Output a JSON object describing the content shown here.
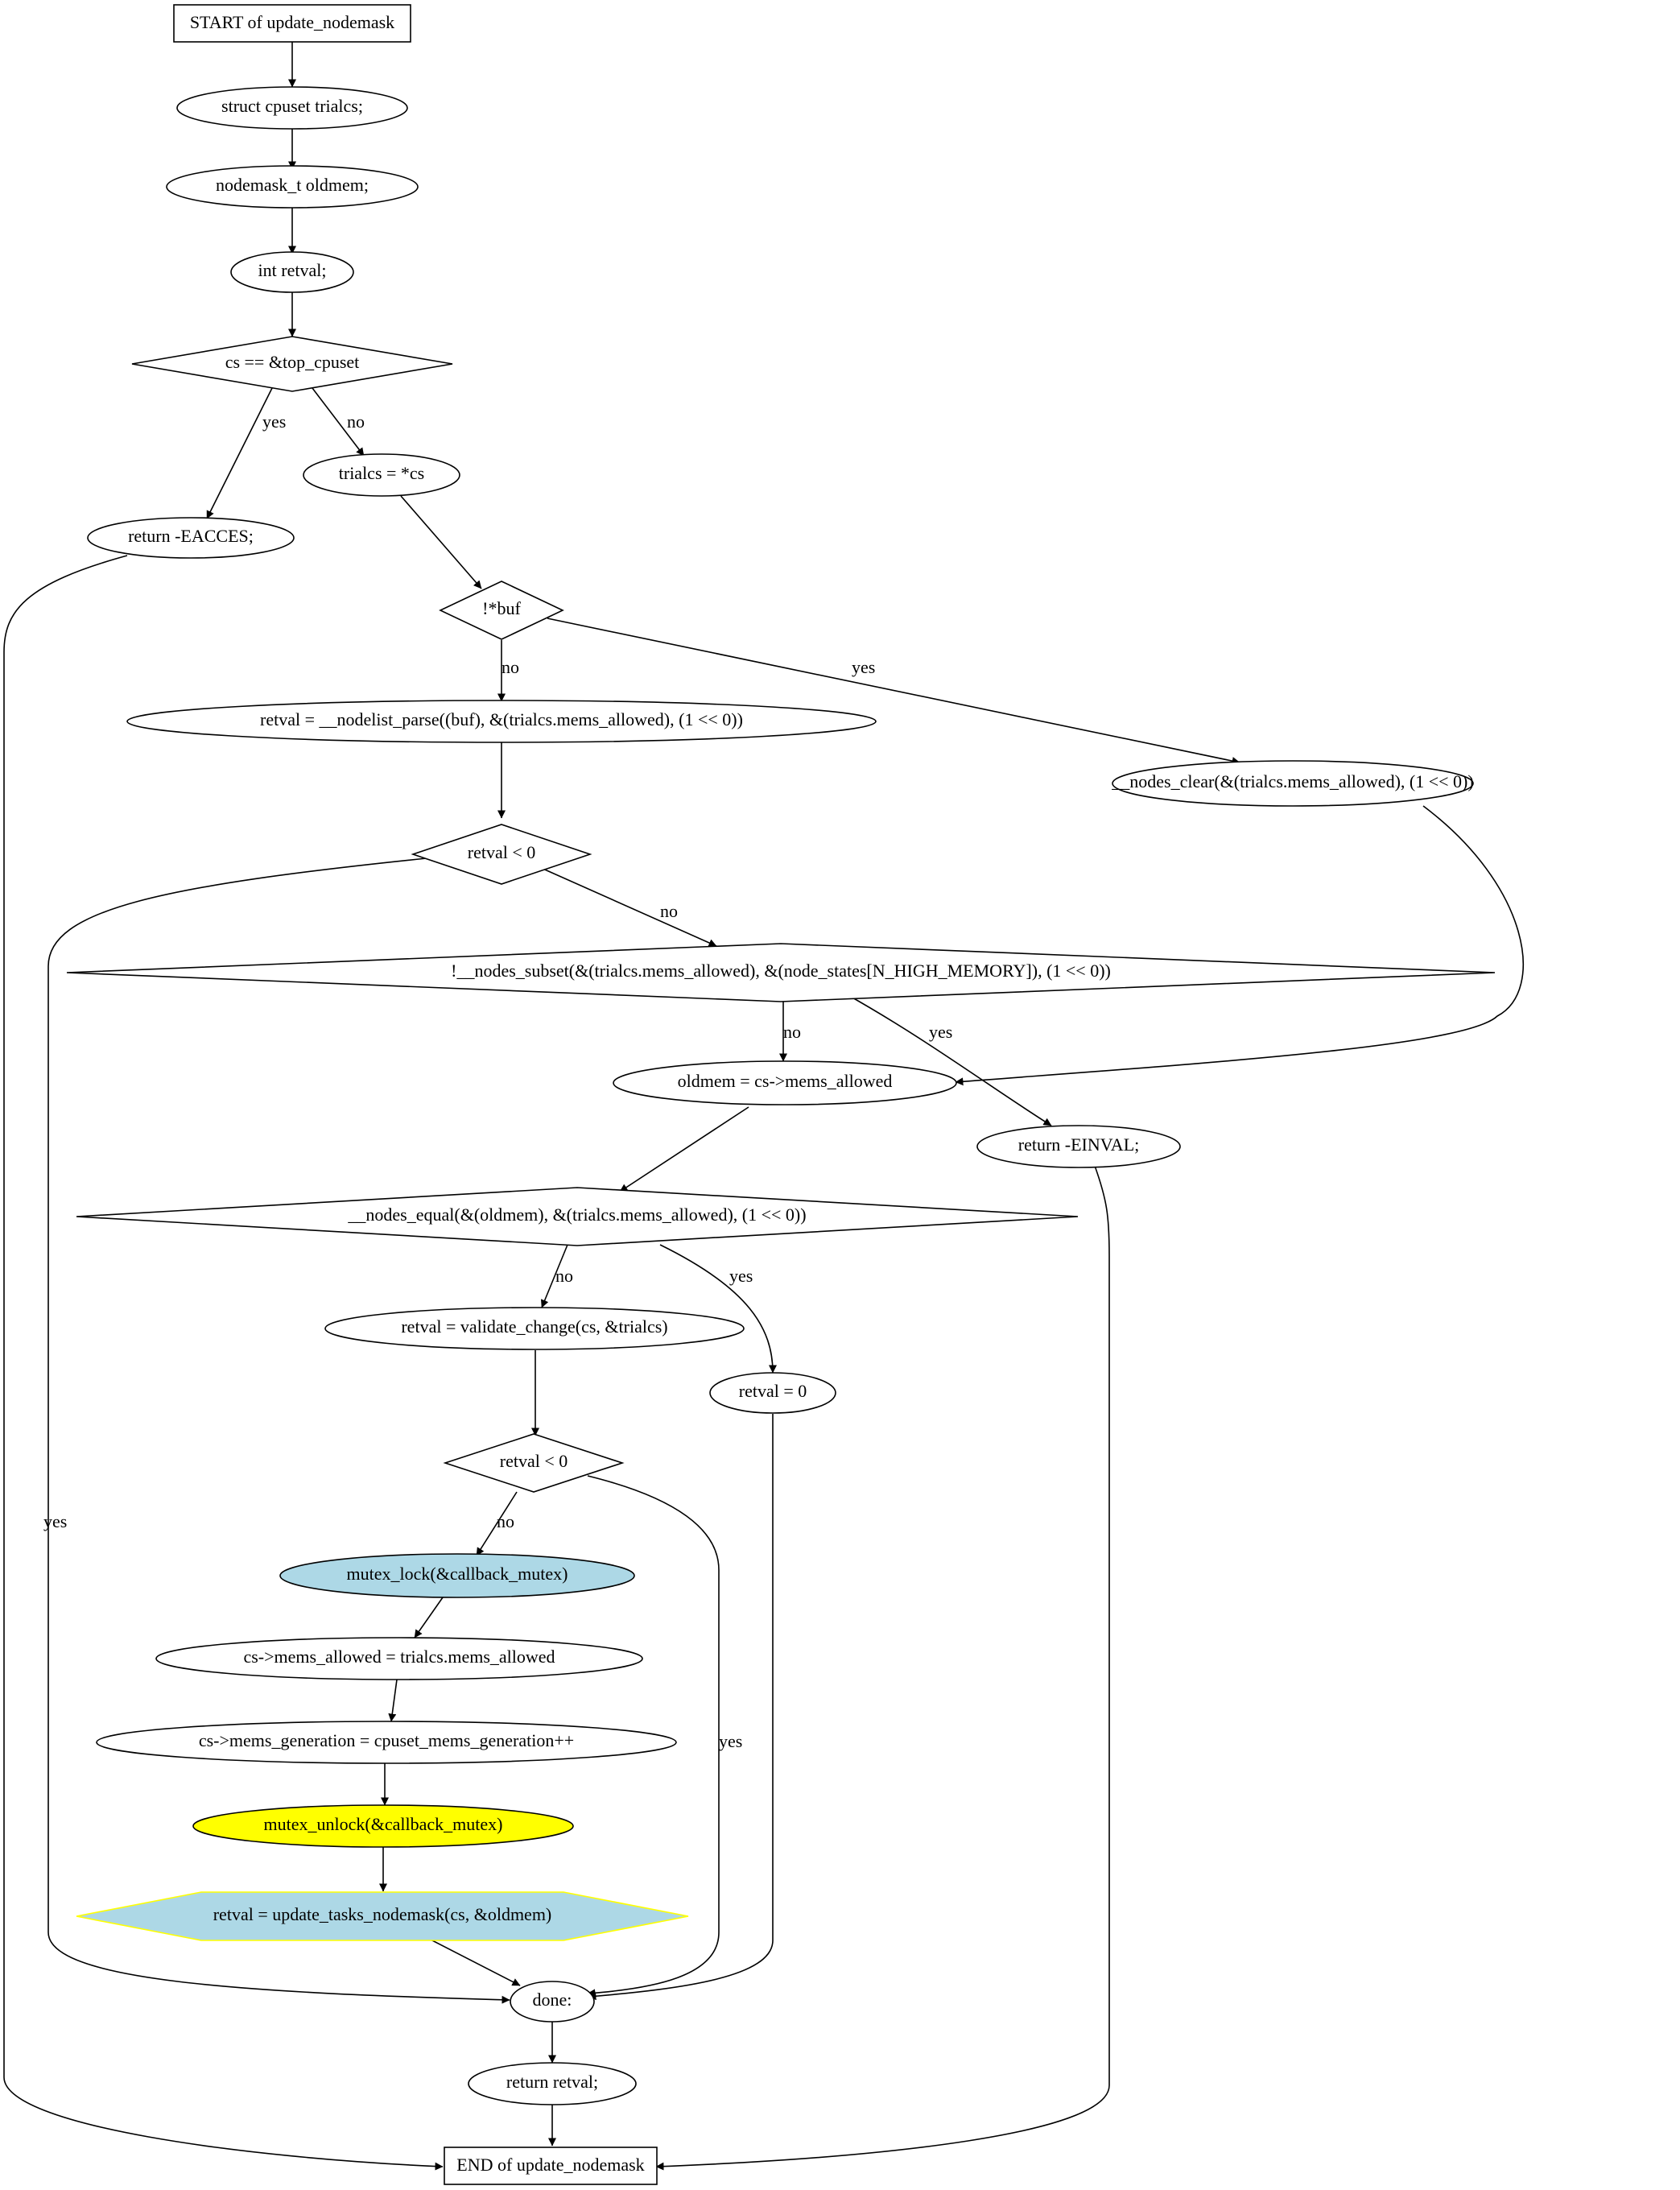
{
  "nodes": {
    "start": {
      "label": "START of update_nodemask",
      "shape": "box"
    },
    "n_trialcs": {
      "label": "struct cpuset trialcs;",
      "shape": "ellipse"
    },
    "n_oldmem": {
      "label": "nodemask_t oldmem;",
      "shape": "ellipse"
    },
    "n_retval": {
      "label": "int retval;",
      "shape": "ellipse"
    },
    "d_top": {
      "label": "cs == &top_cpuset",
      "shape": "diamond"
    },
    "n_eacces": {
      "label": "return -EACCES;",
      "shape": "ellipse"
    },
    "n_assign": {
      "label": "trialcs = *cs",
      "shape": "ellipse"
    },
    "d_buf": {
      "label": "!*buf",
      "shape": "diamond"
    },
    "n_parse": {
      "label": "retval = __nodelist_parse((buf), &(trialcs.mems_allowed), (1 << 0))",
      "shape": "ellipse"
    },
    "n_clear": {
      "label": "__nodes_clear(&(trialcs.mems_allowed), (1 << 0))",
      "shape": "ellipse"
    },
    "d_retval1": {
      "label": "retval < 0",
      "shape": "diamond"
    },
    "d_subset": {
      "label": "!__nodes_subset(&(trialcs.mems_allowed), &(node_states[N_HIGH_MEMORY]), (1 << 0))",
      "shape": "diamond"
    },
    "n_oldmem_assign": {
      "label": "oldmem = cs->mems_allowed",
      "shape": "ellipse"
    },
    "n_einval": {
      "label": "return -EINVAL;",
      "shape": "ellipse"
    },
    "d_equal": {
      "label": "__nodes_equal(&(oldmem), &(trialcs.mems_allowed), (1 << 0))",
      "shape": "diamond"
    },
    "n_validate": {
      "label": "retval = validate_change(cs, &trialcs)",
      "shape": "ellipse"
    },
    "n_retzero": {
      "label": "retval = 0",
      "shape": "ellipse"
    },
    "d_retval2": {
      "label": "retval < 0",
      "shape": "diamond"
    },
    "n_lock": {
      "label": "mutex_lock(&callback_mutex)",
      "shape": "ellipse",
      "fill": "#add8e6"
    },
    "n_mems": {
      "label": "cs->mems_allowed = trialcs.mems_allowed",
      "shape": "ellipse"
    },
    "n_gen": {
      "label": "cs->mems_generation = cpuset_mems_generation++",
      "shape": "ellipse"
    },
    "n_unlock": {
      "label": "mutex_unlock(&callback_mutex)",
      "shape": "ellipse",
      "fill": "#ffff00"
    },
    "n_update": {
      "label": "retval = update_tasks_nodemask(cs, &oldmem)",
      "shape": "hexagon",
      "fill": "#add8e6",
      "stroke": "#ffff00"
    },
    "n_done": {
      "label": "done:",
      "shape": "ellipse"
    },
    "n_return": {
      "label": "return retval;",
      "shape": "ellipse"
    },
    "end": {
      "label": "END of update_nodemask",
      "shape": "box"
    }
  },
  "edges": {
    "top_yes": "yes",
    "top_no": "no",
    "buf_no": "no",
    "buf_yes": "yes",
    "retval1_no": "no",
    "retval1_yes": "yes",
    "subset_no": "no",
    "subset_yes": "yes",
    "equal_no": "no",
    "equal_yes": "yes",
    "retval2_no": "no",
    "retval2_yes": "yes"
  }
}
